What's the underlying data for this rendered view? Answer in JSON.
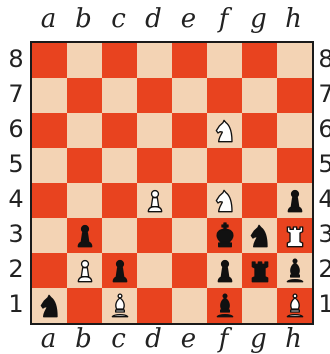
{
  "board": {
    "files": [
      "a",
      "b",
      "c",
      "d",
      "e",
      "f",
      "g",
      "h"
    ],
    "ranks": [
      "8",
      "7",
      "6",
      "5",
      "4",
      "3",
      "2",
      "1"
    ],
    "colors": {
      "dark": "#E8431F",
      "light": "#F3D3B4",
      "border": "#1a1a1a"
    },
    "pieces": [
      {
        "square": "f6",
        "color": "white",
        "type": "knight"
      },
      {
        "square": "d4",
        "color": "white",
        "type": "pawn"
      },
      {
        "square": "f4",
        "color": "white",
        "type": "knight"
      },
      {
        "square": "h4",
        "color": "black",
        "type": "pawn"
      },
      {
        "square": "b3",
        "color": "black",
        "type": "pawn"
      },
      {
        "square": "f3",
        "color": "black",
        "type": "king"
      },
      {
        "square": "g3",
        "color": "black",
        "type": "knight"
      },
      {
        "square": "h3",
        "color": "white",
        "type": "rook"
      },
      {
        "square": "b2",
        "color": "white",
        "type": "pawn"
      },
      {
        "square": "c2",
        "color": "black",
        "type": "pawn"
      },
      {
        "square": "f2",
        "color": "black",
        "type": "pawn"
      },
      {
        "square": "g2",
        "color": "black",
        "type": "rook"
      },
      {
        "square": "h2",
        "color": "black",
        "type": "bishop"
      },
      {
        "square": "a1",
        "color": "black",
        "type": "knight"
      },
      {
        "square": "c1",
        "color": "white",
        "type": "bishop"
      },
      {
        "square": "f1",
        "color": "black",
        "type": "bishop"
      },
      {
        "square": "h1",
        "color": "white",
        "type": "bishop"
      }
    ]
  }
}
